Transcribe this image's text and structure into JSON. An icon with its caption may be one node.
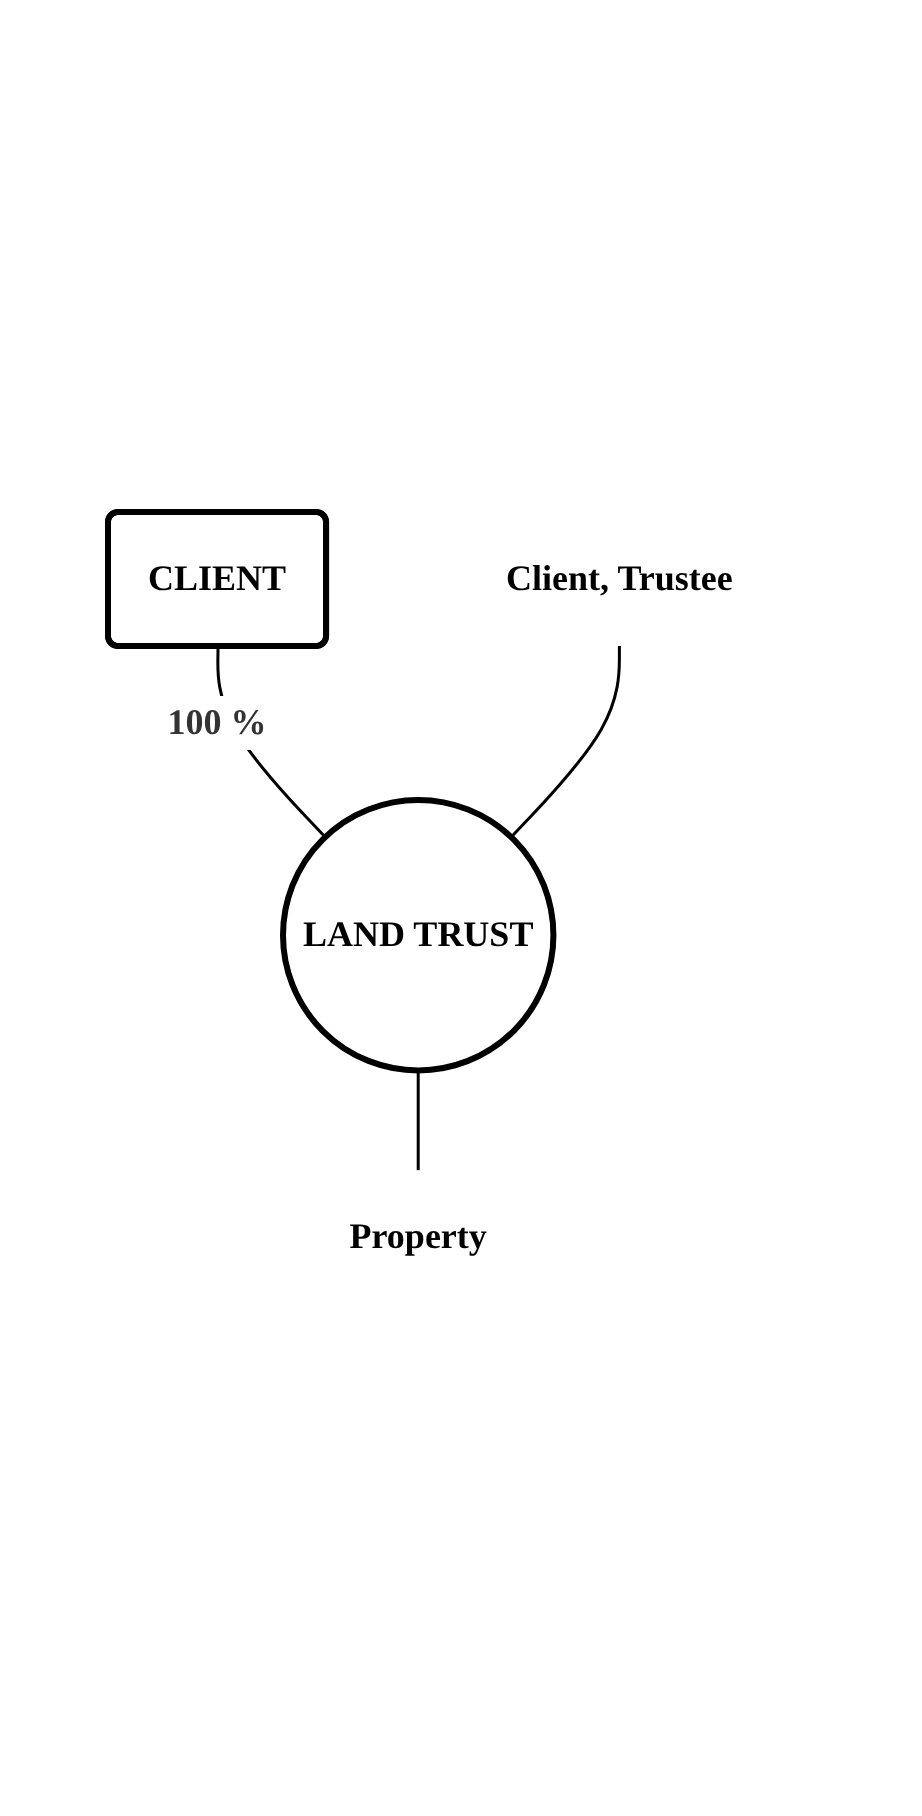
{
  "diagram": {
    "nodes": [
      {
        "text": [
          "CLIENT"
        ]
      },
      {
        "text": [
          "Client, Trustee"
        ]
      },
      {
        "text": [
          "LAND TRUST"
        ]
      },
      {
        "text": [
          "Property"
        ]
      }
    ],
    "edges": [
      {
        "from": 0,
        "to": 2,
        "arrow": "none",
        "label": "100 %"
      },
      {
        "from": 1,
        "to": 2,
        "arrow": "none"
      },
      {
        "from": 2,
        "to": 3,
        "arrow": "none"
      }
    ]
  }
}
